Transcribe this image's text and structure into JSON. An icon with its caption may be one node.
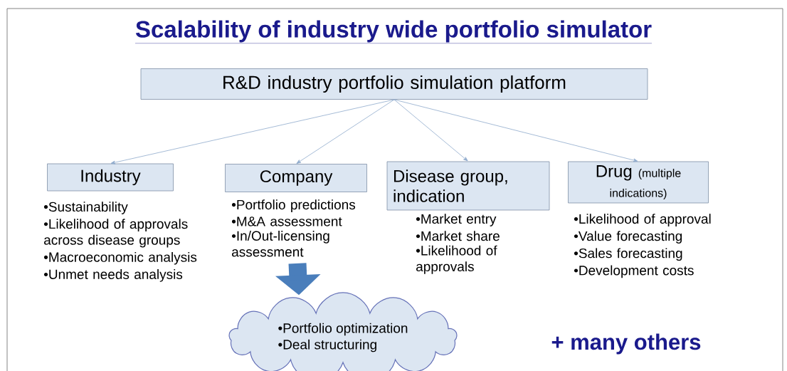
{
  "diagram": {
    "title": "Scalability of industry wide portfolio simulator",
    "nodes": [
      {
        "text": [
          "R&D industry portfolio simulation platform"
        ]
      },
      {
        "text": [
          "Industry"
        ],
        "beside": [
          "•Sustainability",
          "•Likelihood of approvals across disease groups",
          "•Macroeconomic analysis",
          "•Unmet needs analysis"
        ]
      },
      {
        "text": [
          "Company"
        ],
        "beside": [
          "•Portfolio predictions",
          "•M&A assessment",
          "•In/Out-licensing assessment"
        ]
      },
      {
        "text": [
          "Disease group, indication"
        ],
        "beside": [
          "•Market entry",
          "•Market share",
          "•Likelihood of approvals"
        ]
      },
      {
        "text": [
          "Drug",
          "(multiple indications)"
        ],
        "beside": [
          "•Likelihood of approval",
          "•Value forecasting",
          "•Sales forecasting",
          "•Development costs"
        ]
      },
      {
        "text": [
          "•Portfolio optimization",
          "•Deal structuring"
        ]
      }
    ],
    "edges": [
      {
        "from": 0,
        "to": 1,
        "arrow": "to"
      },
      {
        "from": 0,
        "to": 2,
        "arrow": "to"
      },
      {
        "from": 0,
        "to": 3,
        "arrow": "to"
      },
      {
        "from": 0,
        "to": 4,
        "arrow": "to"
      },
      {
        "from": 2,
        "to": 5,
        "arrow": "to",
        "style": "thick",
        "color": "#4a7ebb"
      }
    ],
    "labels": [
      "+ many others"
    ]
  }
}
